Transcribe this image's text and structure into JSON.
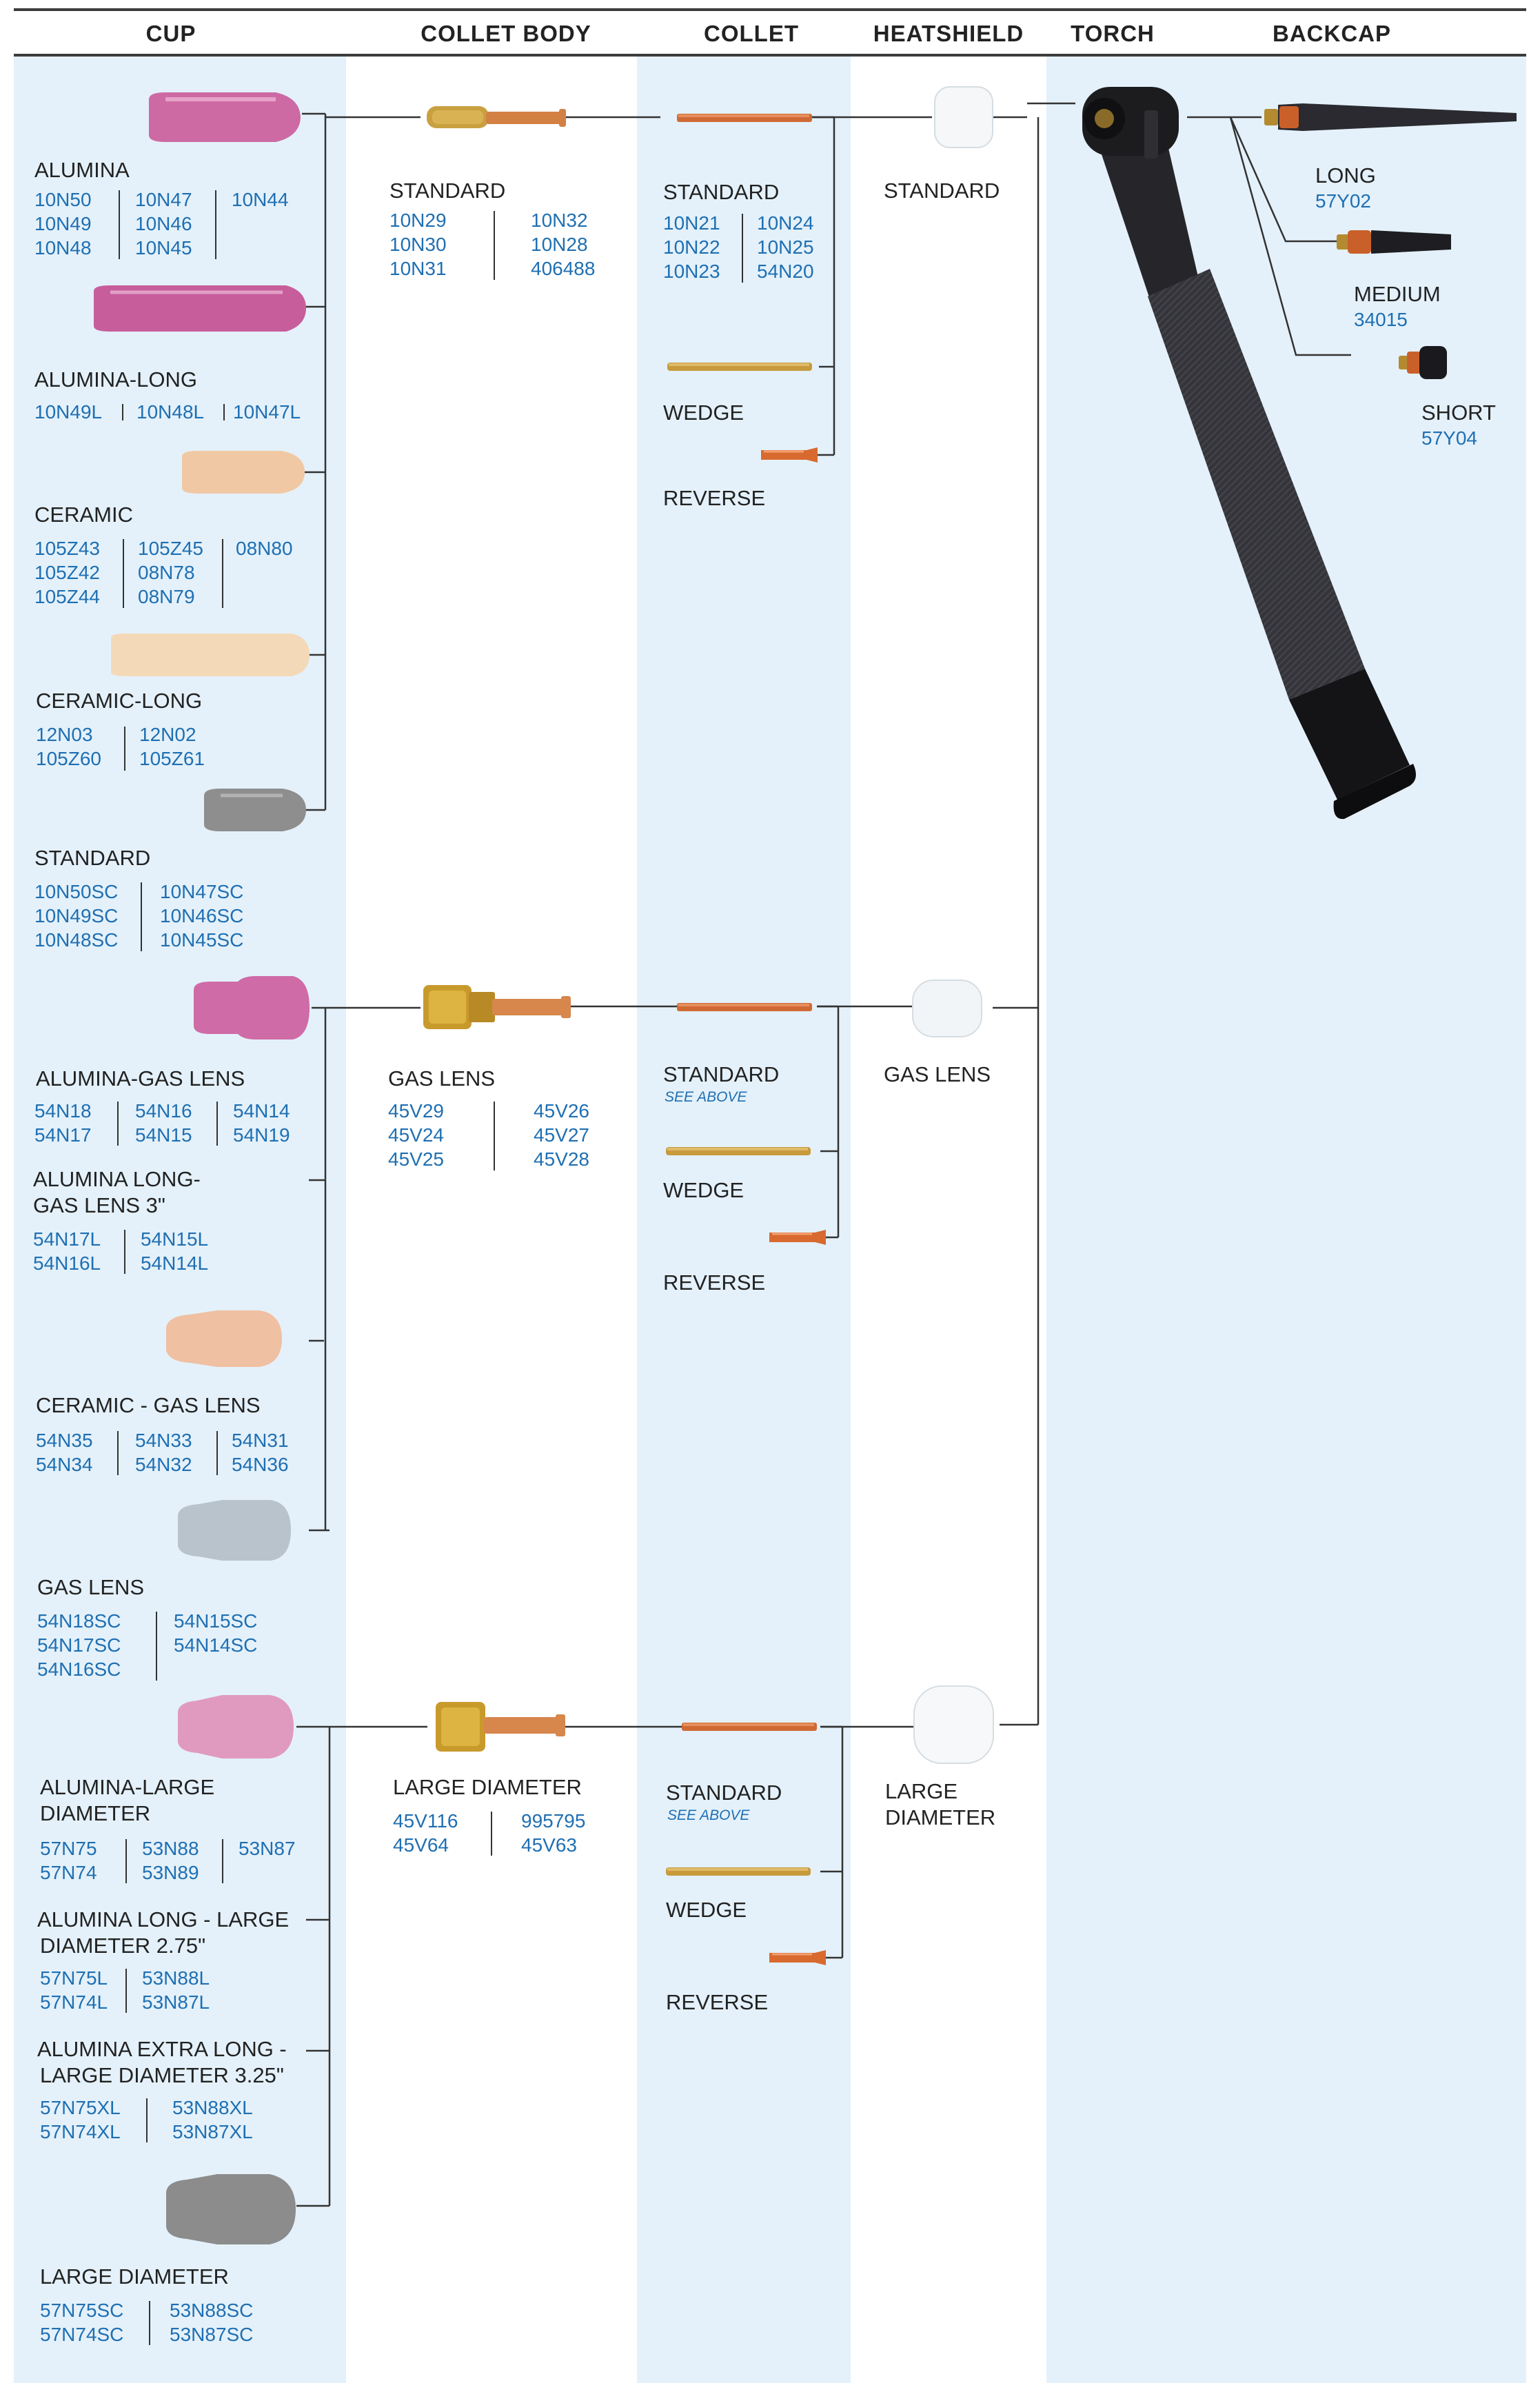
{
  "headers": {
    "cup": "CUP",
    "collet_body": "COLLET BODY",
    "collet": "COLLET",
    "heatshield": "HEATSHIELD",
    "torch": "TORCH",
    "backcap": "BACKCAP"
  },
  "colors": {
    "band": "#e4f1fa",
    "part_number": "#1f6fb2",
    "line": "#333333",
    "alumina": "#c8609a",
    "ceramic": "#f0c8a0",
    "standard_cup": "#8a8a8a",
    "copper": "#d2743a",
    "brass": "#c8a040",
    "torch_body": "#2a2a2e"
  },
  "cups": [
    {
      "label": "ALUMINA",
      "cols": [
        [
          "10N50",
          "10N49",
          "10N48"
        ],
        [
          "10N47",
          "10N46",
          "10N45"
        ],
        [
          "10N44"
        ]
      ]
    },
    {
      "label": "ALUMINA-LONG",
      "cols": [
        [
          "10N49L"
        ],
        [
          "10N48L"
        ],
        [
          "10N47L"
        ]
      ]
    },
    {
      "label": "CERAMIC",
      "cols": [
        [
          "105Z43",
          "105Z42",
          "105Z44"
        ],
        [
          "105Z45",
          "08N78",
          "08N79"
        ],
        [
          "08N80"
        ]
      ]
    },
    {
      "label": "CERAMIC-LONG",
      "cols": [
        [
          "12N03",
          "105Z60"
        ],
        [
          "12N02",
          "105Z61"
        ]
      ]
    },
    {
      "label": "STANDARD",
      "cols": [
        [
          "10N50SC",
          "10N49SC",
          "10N48SC"
        ],
        [
          "10N47SC",
          "10N46SC",
          "10N45SC"
        ]
      ]
    },
    {
      "label": "ALUMINA-GAS LENS",
      "cols": [
        [
          "54N18",
          "54N17"
        ],
        [
          "54N16",
          "54N15"
        ],
        [
          "54N14",
          "54N19"
        ]
      ]
    },
    {
      "label1": "ALUMINA LONG-",
      "label2": "GAS LENS 3\"",
      "cols": [
        [
          "54N17L",
          "54N16L"
        ],
        [
          "54N15L",
          "54N14L"
        ]
      ]
    },
    {
      "label": "CERAMIC - GAS LENS",
      "cols": [
        [
          "54N35",
          "54N34"
        ],
        [
          "54N33",
          "54N32"
        ],
        [
          "54N31",
          "54N36"
        ]
      ]
    },
    {
      "label": "GAS LENS",
      "cols": [
        [
          "54N18SC",
          "54N17SC",
          "54N16SC"
        ],
        [
          "54N15SC",
          "54N14SC"
        ]
      ]
    },
    {
      "label1": "ALUMINA-LARGE",
      "label2": "DIAMETER",
      "cols": [
        [
          "57N75",
          "57N74"
        ],
        [
          "53N88",
          "53N89"
        ],
        [
          "53N87"
        ]
      ]
    },
    {
      "label1": "ALUMINA LONG - LARGE",
      "label2": "DIAMETER 2.75\"",
      "cols": [
        [
          "57N75L",
          "57N74L"
        ],
        [
          "53N88L",
          "53N87L"
        ]
      ]
    },
    {
      "label1": "ALUMINA EXTRA LONG -",
      "label2": "LARGE DIAMETER 3.25\"",
      "cols": [
        [
          "57N75XL",
          "57N74XL"
        ],
        [
          "53N88XL",
          "53N87XL"
        ]
      ]
    },
    {
      "label": "LARGE DIAMETER",
      "cols": [
        [
          "57N75SC",
          "57N74SC"
        ],
        [
          "53N88SC",
          "53N87SC"
        ]
      ]
    }
  ],
  "collet_bodies": [
    {
      "label": "STANDARD",
      "cols": [
        [
          "10N29",
          "10N30",
          "10N31"
        ],
        [
          "10N32",
          "10N28",
          "406488"
        ]
      ]
    },
    {
      "label": "GAS LENS",
      "cols": [
        [
          "45V29",
          "45V24",
          "45V25"
        ],
        [
          "45V26",
          "45V27",
          "45V28"
        ]
      ]
    },
    {
      "label": "LARGE DIAMETER",
      "cols": [
        [
          "45V116",
          "45V64"
        ],
        [
          "995795",
          "45V63"
        ]
      ]
    }
  ],
  "collets": {
    "standard": {
      "label": "STANDARD",
      "cols": [
        [
          "10N21",
          "10N22",
          "10N23"
        ],
        [
          "10N24",
          "10N25",
          "54N20"
        ]
      ]
    },
    "wedge": "WEDGE",
    "reverse": "REVERSE",
    "see_above": "SEE ABOVE"
  },
  "heatshields": {
    "standard": "STANDARD",
    "gas_lens": "GAS LENS",
    "large1": "LARGE",
    "large2": "DIAMETER"
  },
  "backcaps": [
    {
      "label": "LONG",
      "pn": "57Y02"
    },
    {
      "label": "MEDIUM",
      "pn": "34015"
    },
    {
      "label": "SHORT",
      "pn": "57Y04"
    }
  ]
}
